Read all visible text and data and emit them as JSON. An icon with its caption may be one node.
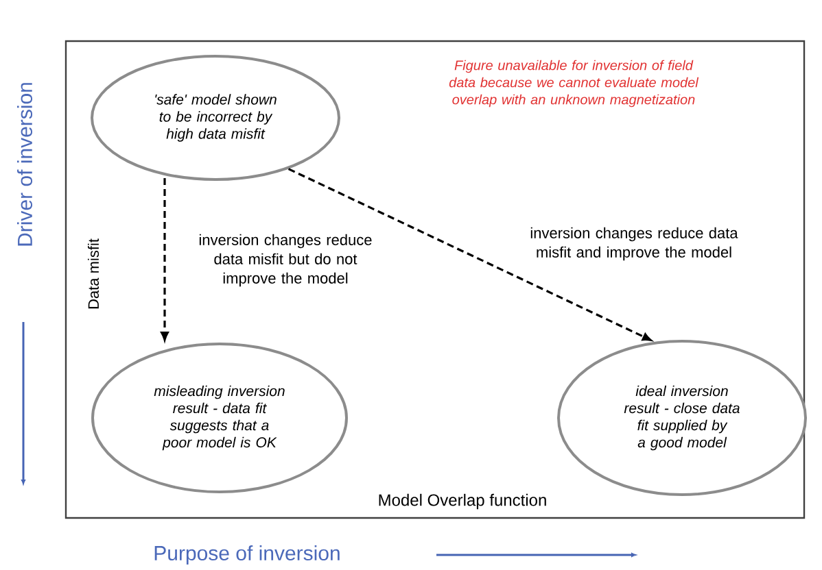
{
  "diagram": {
    "nodes": [
      {
        "text": [
          "'safe' model shown to be incorrect by high data misfit"
        ]
      },
      {
        "text": [
          "misleading inversion result - data fit suggests that a poor model is OK"
        ]
      },
      {
        "text": [
          "ideal inversion result - close data fit supplied by a good model"
        ]
      }
    ],
    "edges": [
      {
        "from": 0,
        "to": 1,
        "arrow": "to",
        "style": "dashed",
        "label": "inversion changes reduce data misfit but do not improve the model"
      },
      {
        "from": 0,
        "to": 2,
        "arrow": "to",
        "style": "dashed",
        "label": "inversion changes reduce data misfit and improve the model"
      }
    ],
    "labels": [
      "Driver of inversion",
      "Figure unavailable for inversion of field data because we cannot evaluate model overlap with an unknown magnetization",
      "Data misfit",
      "Model Overlap function",
      "Purpose of inversion"
    ]
  }
}
